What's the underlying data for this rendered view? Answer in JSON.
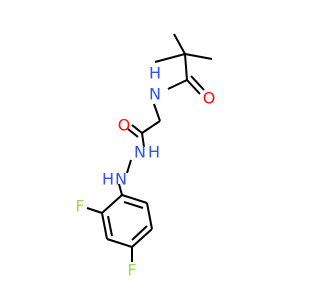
{
  "molecule": {
    "atoms": {
      "o_pivaloyl": {
        "symbol": "O",
        "color": "#ff0d0d"
      },
      "n_amide": {
        "symbol": "N",
        "color": "#3050f8"
      },
      "h_amide": {
        "symbol": "H",
        "color": "#3050f8"
      },
      "o_glycyl": {
        "symbol": "O",
        "color": "#ff0d0d"
      },
      "n_hydrazide": {
        "symbol": "N",
        "color": "#3050f8"
      },
      "h_hydrazide": {
        "symbol": "H",
        "color": "#3050f8"
      },
      "n_aryl": {
        "symbol": "N",
        "color": "#3050f8"
      },
      "h_aryl": {
        "symbol": "H",
        "color": "#3050f8"
      },
      "f_ortho": {
        "symbol": "F",
        "color": "#90e050"
      },
      "f_para": {
        "symbol": "F",
        "color": "#90e050"
      }
    }
  }
}
